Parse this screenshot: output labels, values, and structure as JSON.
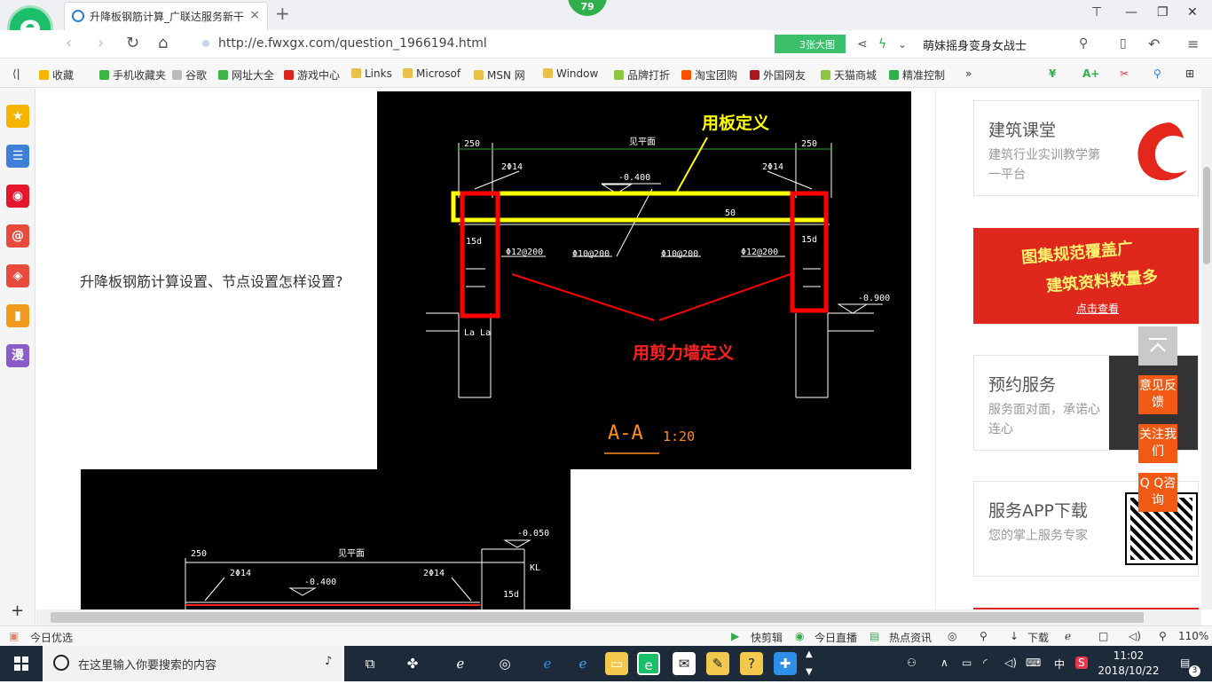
{
  "browser": {
    "tab_title": "升降板钢筋计算_广联达服务新干",
    "tab_close": "×",
    "new_tab": "+",
    "badge": "79",
    "url": "http://e.fwxgx.com/question_1966194.html",
    "bigpic_label": "3张大图",
    "search_query": "萌妹摇身变身女战士",
    "logo_letter": "e"
  },
  "bookmarks": [
    {
      "label": "收藏",
      "color": "#f5b400"
    },
    {
      "label": "手机收藏夹",
      "color": "#3fb447"
    },
    {
      "label": "谷歌",
      "color": "#bbbbbb"
    },
    {
      "label": "网址大全",
      "color": "#3fb447"
    },
    {
      "label": "游戏中心",
      "color": "#d9261c"
    },
    {
      "label": "Links",
      "color": "#e8c04a"
    },
    {
      "label": "Microsof",
      "color": "#e8c04a"
    },
    {
      "label": "MSN 网",
      "color": "#e8c04a"
    },
    {
      "label": "Window",
      "color": "#e8c04a"
    },
    {
      "label": "品牌打折",
      "color": "#8dc63f"
    },
    {
      "label": "淘宝团购",
      "color": "#ff5000"
    },
    {
      "label": "外国网友",
      "color": "#b0161d"
    },
    {
      "label": "天猫商城",
      "color": "#8dc63f"
    },
    {
      "label": "精准控制",
      "color": "#2fb04b"
    }
  ],
  "sidebar": [
    {
      "name": "star-icon",
      "glyph": "★",
      "color": "#f5b400"
    },
    {
      "name": "news-icon",
      "glyph": "☰",
      "color": "#3d7fd9"
    },
    {
      "name": "weibo-icon",
      "glyph": "◉",
      "color": "#e6162d"
    },
    {
      "name": "mail-icon",
      "glyph": "@",
      "color": "#e84b3c"
    },
    {
      "name": "game-icon",
      "glyph": "◈",
      "color": "#e84b3c"
    },
    {
      "name": "book-icon",
      "glyph": "▮",
      "color": "#f29c1f"
    },
    {
      "name": "comic-icon",
      "glyph": "漫",
      "color": "#8b5dc9"
    }
  ],
  "sidebar_add": "+",
  "question": "升降板钢筋计算设置、节点设置怎样设置?",
  "cad1": {
    "dim_left": "250",
    "dim_center": "见平面",
    "dim_right": "250",
    "rebar_left": "2Φ14",
    "rebar_right": "2Φ14",
    "elev_top": "-0.400",
    "elev_right": "-0.900",
    "stirrup_1": "Φ12@200",
    "stirrup_2": "Φ10@200",
    "stirrup_3": "Φ10@200",
    "stirrup_4": "Φ12@200",
    "slab_annotation": "用板定义",
    "wall_annotation": "用剪力墙定义",
    "section_title": "A-A",
    "section_scale": "1:20",
    "label_15d_left": "15d",
    "label_15d_right": "15d",
    "label_la": "La La",
    "label_50": "50"
  },
  "cad2": {
    "dim_left": "250",
    "dim_center": "见平面",
    "rebar_left": "2Φ14",
    "rebar_right": "2Φ14",
    "elev_mid": "-0.400",
    "elev_top": "-0.050",
    "label_kl": "KL",
    "label_15d": "15d"
  },
  "rightcol": {
    "card1_title": "建筑课堂",
    "card1_desc": "建筑行业实训教学第一平台",
    "ad_line1": "图集规范覆盖广",
    "ad_line2": "建筑资料数量多",
    "ad_cta": "点击查看",
    "card2_title": "预约服务",
    "card2_desc": "服务面对面，承诺心连心",
    "card3_title": "服务APP下载",
    "card3_desc": "您的掌上服务专家"
  },
  "float": {
    "feedback": "意见反馈",
    "follow": "关注我们",
    "qq": "Q Q咨询"
  },
  "status": {
    "left": "今日优选",
    "items": [
      "快剪辑",
      "今日直播",
      "热点资讯",
      "下载"
    ],
    "zoom": "110%"
  },
  "taskbar": {
    "search_placeholder": "在这里输入你要搜索的内容",
    "time": "11:02",
    "date": "2018/10/22",
    "ime": "中",
    "notif_count": "3"
  }
}
